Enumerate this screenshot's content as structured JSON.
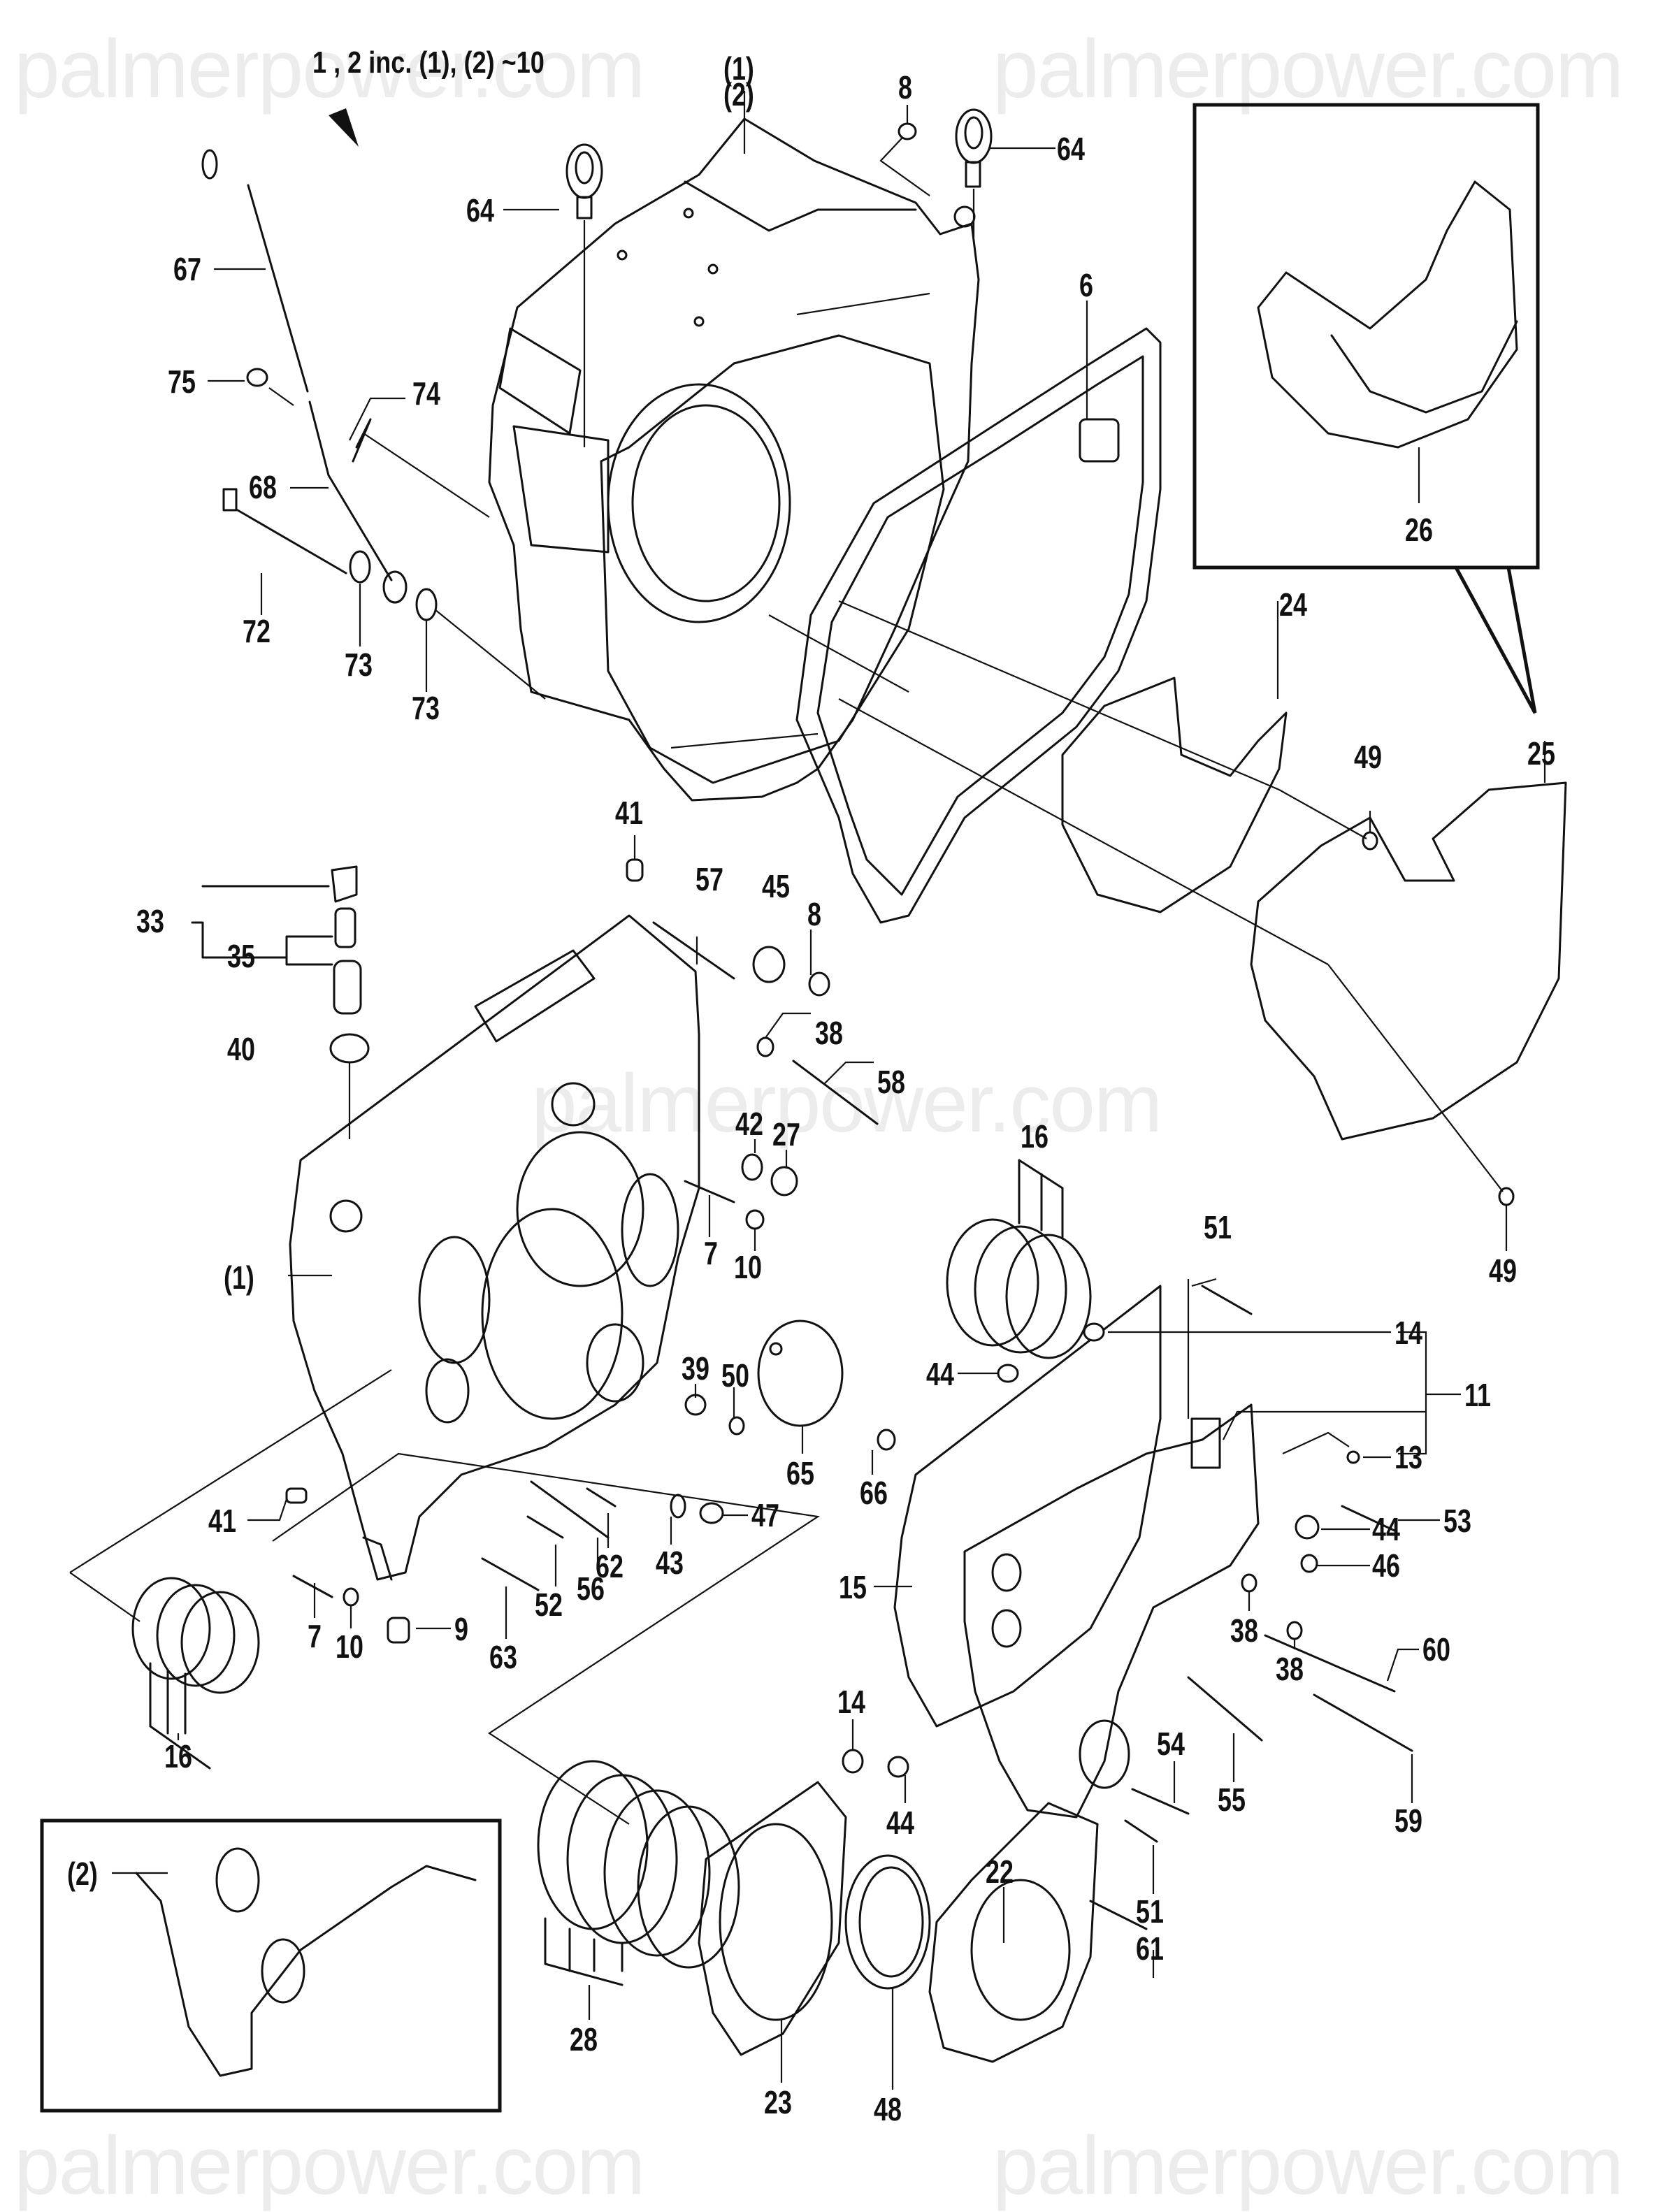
{
  "watermarks": [
    "palmerpower.com",
    "palmerpower.com",
    "palmerpower.com",
    "palmerpower.com",
    "palmerpower.com"
  ],
  "note": "1 , 2 inc. (1), (2) ~10",
  "callouts": [
    {
      "id": "c-1-2-top-a",
      "text": "(1)"
    },
    {
      "id": "c-1-2-top-b",
      "text": "(2)"
    },
    {
      "id": "c8a",
      "text": "8"
    },
    {
      "id": "c64a",
      "text": "64"
    },
    {
      "id": "c64b",
      "text": "64"
    },
    {
      "id": "c67",
      "text": "67"
    },
    {
      "id": "c6",
      "text": "6"
    },
    {
      "id": "c75",
      "text": "75"
    },
    {
      "id": "c74",
      "text": "74"
    },
    {
      "id": "c68",
      "text": "68"
    },
    {
      "id": "c72",
      "text": "72"
    },
    {
      "id": "c73a",
      "text": "73"
    },
    {
      "id": "c73b",
      "text": "73"
    },
    {
      "id": "c26",
      "text": "26"
    },
    {
      "id": "c24",
      "text": "24"
    },
    {
      "id": "c25",
      "text": "25"
    },
    {
      "id": "c49a",
      "text": "49"
    },
    {
      "id": "c49b",
      "text": "49"
    },
    {
      "id": "c41a",
      "text": "41"
    },
    {
      "id": "c57",
      "text": "57"
    },
    {
      "id": "c45",
      "text": "45"
    },
    {
      "id": "c8b",
      "text": "8"
    },
    {
      "id": "c33",
      "text": "33"
    },
    {
      "id": "c35",
      "text": "35"
    },
    {
      "id": "c40",
      "text": "40"
    },
    {
      "id": "c38a",
      "text": "38"
    },
    {
      "id": "c58",
      "text": "58"
    },
    {
      "id": "c42",
      "text": "42"
    },
    {
      "id": "c27",
      "text": "27"
    },
    {
      "id": "c16a",
      "text": "16"
    },
    {
      "id": "c7a",
      "text": "7"
    },
    {
      "id": "c10a",
      "text": "10"
    },
    {
      "id": "c-1-side",
      "text": "(1)"
    },
    {
      "id": "c51a",
      "text": "51"
    },
    {
      "id": "c14a",
      "text": "14"
    },
    {
      "id": "c11",
      "text": "11"
    },
    {
      "id": "c39",
      "text": "39"
    },
    {
      "id": "c50",
      "text": "50"
    },
    {
      "id": "c44a",
      "text": "44"
    },
    {
      "id": "c13",
      "text": "13"
    },
    {
      "id": "c65",
      "text": "65"
    },
    {
      "id": "c66",
      "text": "66"
    },
    {
      "id": "c41b",
      "text": "41"
    },
    {
      "id": "c47",
      "text": "47"
    },
    {
      "id": "c53",
      "text": "53"
    },
    {
      "id": "c44b",
      "text": "44"
    },
    {
      "id": "c43",
      "text": "43"
    },
    {
      "id": "c62",
      "text": "62"
    },
    {
      "id": "c46",
      "text": "46"
    },
    {
      "id": "c15",
      "text": "15"
    },
    {
      "id": "c9",
      "text": "9"
    },
    {
      "id": "c56",
      "text": "56"
    },
    {
      "id": "c52",
      "text": "52"
    },
    {
      "id": "c63",
      "text": "63"
    },
    {
      "id": "c7b",
      "text": "7"
    },
    {
      "id": "c10b",
      "text": "10"
    },
    {
      "id": "c60",
      "text": "60"
    },
    {
      "id": "c38b",
      "text": "38"
    },
    {
      "id": "c38c",
      "text": "38"
    },
    {
      "id": "c16b",
      "text": "16"
    },
    {
      "id": "c14b",
      "text": "14"
    },
    {
      "id": "c54",
      "text": "54"
    },
    {
      "id": "c55",
      "text": "55"
    },
    {
      "id": "c59",
      "text": "59"
    },
    {
      "id": "c44c",
      "text": "44"
    },
    {
      "id": "c51b",
      "text": "51"
    },
    {
      "id": "c-2-inset",
      "text": "(2)"
    },
    {
      "id": "c22",
      "text": "22"
    },
    {
      "id": "c61",
      "text": "61"
    },
    {
      "id": "c28",
      "text": "28"
    },
    {
      "id": "c23",
      "text": "23"
    },
    {
      "id": "c48",
      "text": "48"
    }
  ]
}
